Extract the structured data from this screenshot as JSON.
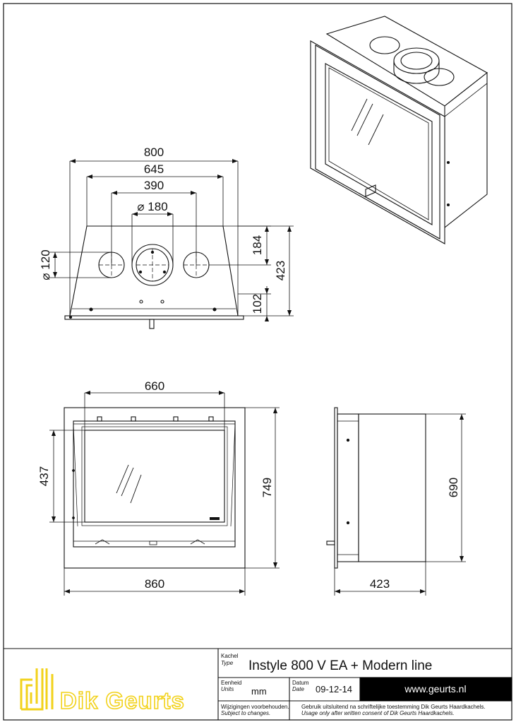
{
  "drawing": {
    "front_view": {
      "dims": {
        "overall_width": "800",
        "width_645": "645",
        "width_390": "390",
        "diameter_180": "⌀ 180",
        "diameter_120": "⌀ 120",
        "height_184": "184",
        "height_423": "423",
        "height_102": "102"
      }
    },
    "glass_view": {
      "dims": {
        "width_660": "660",
        "height_437": "437",
        "height_749": "749",
        "width_860": "860"
      }
    },
    "side_view": {
      "dims": {
        "height_690": "690",
        "depth_423": "423"
      }
    }
  },
  "title_block": {
    "type_label": "Kachel",
    "type_label_en": "Type",
    "type_value": "Instyle 800 V EA + Modern line",
    "units_label": "Eenheid",
    "units_label_en": "Units",
    "units_value": "mm",
    "date_label": "Datum",
    "date_label_en": "Date",
    "date_value": "09-12-14",
    "website": "www.geurts.nl",
    "changes_nl": "Wijzigingen voorbehouden.",
    "changes_en": "Subject to changes.",
    "usage_nl": "Gebruik uitsluitend na schriftelijke toestemming Dik Geurts Haardkachels.",
    "usage_en": "Usage only after written consent of Dik Geurts Haardkachels.",
    "logo_text": "Dik Geurts",
    "brand_color": "#f2d21b"
  }
}
